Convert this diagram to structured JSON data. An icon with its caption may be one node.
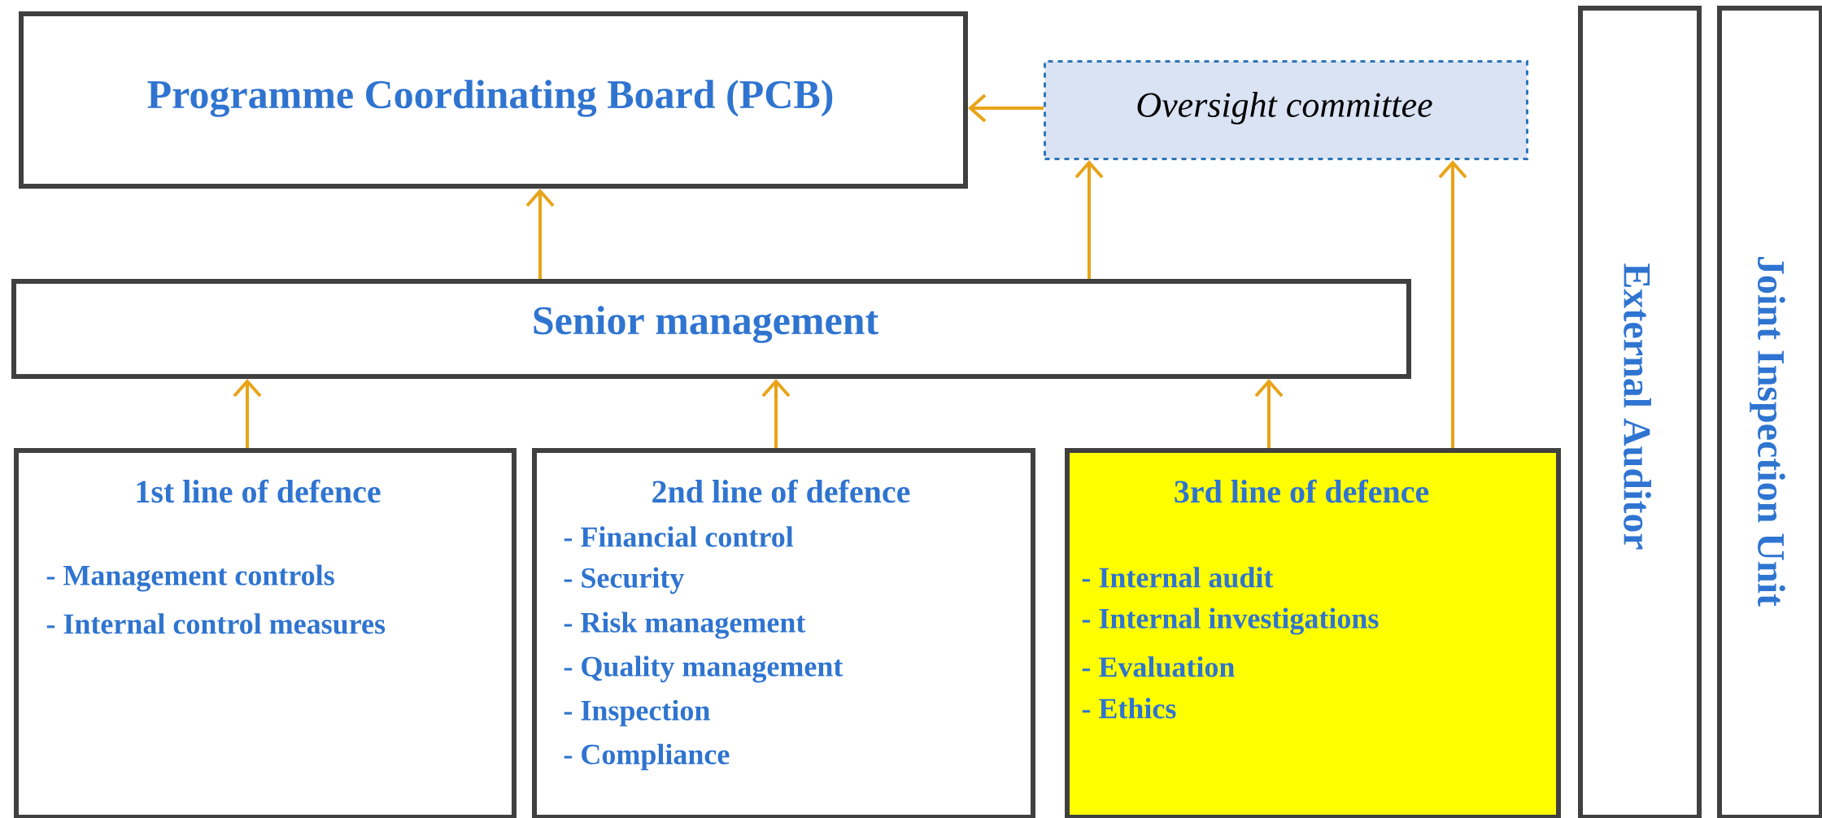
{
  "diagram": {
    "nodes": [
      {
        "text": [
          "Programme Coordinating Board (PCB)"
        ]
      },
      {
        "text": [
          "Oversight committee"
        ]
      },
      {
        "text": [
          "External Auditor"
        ]
      },
      {
        "text": [
          "Joint Inspection Unit"
        ]
      },
      {
        "text": [
          "Senior management"
        ]
      },
      {
        "text": [
          "1st line of defence",
          "- Management controls",
          "- Internal control measures"
        ]
      },
      {
        "text": [
          "2nd line of defence",
          "- Financial control",
          "- Security",
          "- Risk management",
          "- Quality management",
          "- Inspection",
          "- Compliance"
        ]
      },
      {
        "text": [
          "3rd line of defence",
          "- Internal audit",
          "- Internal investigations",
          "- Evaluation",
          "- Ethics"
        ]
      }
    ],
    "edges": [
      {
        "from": 1,
        "to": 0,
        "arrow": "to"
      },
      {
        "from": 4,
        "to": 0,
        "arrow": "to"
      },
      {
        "from": 4,
        "to": 1,
        "arrow": "to"
      },
      {
        "from": 7,
        "to": 1,
        "arrow": "to"
      },
      {
        "from": 5,
        "to": 4,
        "arrow": "to"
      },
      {
        "from": 6,
        "to": 4,
        "arrow": "to"
      },
      {
        "from": 7,
        "to": 4,
        "arrow": "to"
      }
    ]
  }
}
